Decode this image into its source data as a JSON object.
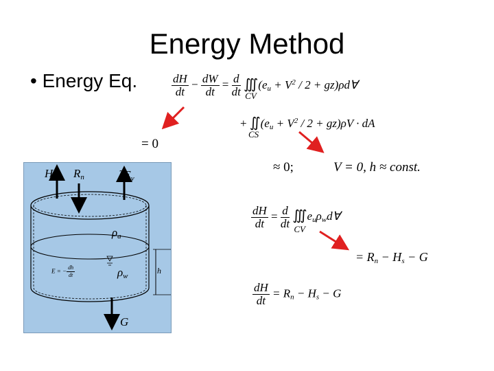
{
  "slide": {
    "title": "Energy Method",
    "bullet_marker": "•",
    "bullet_text": "Energy Eq."
  },
  "equation_main": {
    "dH": "dH",
    "dW": "dW",
    "dt": "dt",
    "minus": "−",
    "equals": "=",
    "d": "d",
    "triple_integral": "∭",
    "cv_integrand": "(e",
    "u": "u",
    "plus_v2": " + V",
    "two": "2",
    "over2_gz": " / 2 + gz)ρd∀",
    "cv": "CV",
    "plus": "+ ",
    "double_integral": "∬",
    "cs_integrand": "(e",
    "cs_rest": " / 2 + gz)ρ",
    "v_dot_da": "V · dA",
    "cs": "CS"
  },
  "annotations": {
    "equals_zero": "= 0",
    "approx_zero": "≈ 0;",
    "v_zero_h_const": "V = 0, h ≈ const."
  },
  "equation_second": {
    "dH": "dH",
    "dt": "dt",
    "equals": "=",
    "d": "d",
    "triple_integral": "∭",
    "integrand_e": "e",
    "u": "u",
    "rho_w": "ρ",
    "w": "w",
    "dvol": "d∀",
    "cv": "CV"
  },
  "equation_result": {
    "rhs": "= R",
    "n": "n",
    "minus_h": " − H",
    "s": "s",
    "minus_g": " − G"
  },
  "equation_final": {
    "dH": "dH",
    "dt": "dt",
    "rhs": "= R",
    "n": "n",
    "minus_h": " − H",
    "s": "s",
    "minus_g": " − G"
  },
  "figure": {
    "H": "H",
    "s": "s",
    "R": "R",
    "n": "n",
    "lambda_e": "λE",
    "v": "v",
    "rho": "ρ",
    "a": "a",
    "w": "w",
    "e_eq": "E = −",
    "dh": "dh",
    "dt": "dt",
    "h": "h",
    "G": "G"
  },
  "colors": {
    "arrow_red": "#e02020",
    "figure_bg": "#a6c8e6"
  }
}
